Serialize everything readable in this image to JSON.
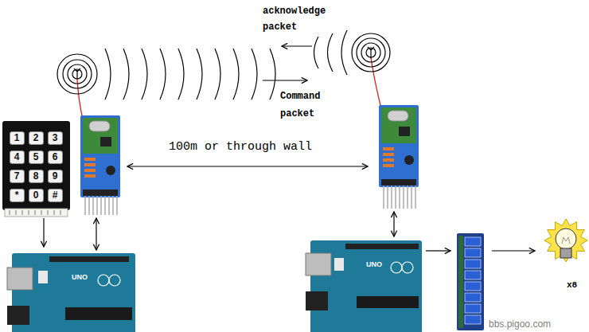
{
  "diagram": {
    "nodes": [
      {
        "text": [
          "1"
        ]
      },
      {
        "text": [
          "2"
        ]
      },
      {
        "text": [
          "3"
        ]
      },
      {
        "text": [
          "4"
        ]
      },
      {
        "text": [
          "5"
        ]
      },
      {
        "text": [
          "6"
        ]
      },
      {
        "text": [
          "7"
        ]
      },
      {
        "text": [
          "8"
        ]
      },
      {
        "text": [
          "9"
        ]
      },
      {
        "text": [
          "*"
        ]
      },
      {
        "text": [
          "0"
        ]
      },
      {
        "text": [
          "#"
        ]
      }
    ],
    "labels": [
      "acknowledge packet",
      "Command packet",
      "100m or through wall",
      "UNO",
      "UNO",
      "x8",
      "bbs.pigoo.com"
    ]
  }
}
